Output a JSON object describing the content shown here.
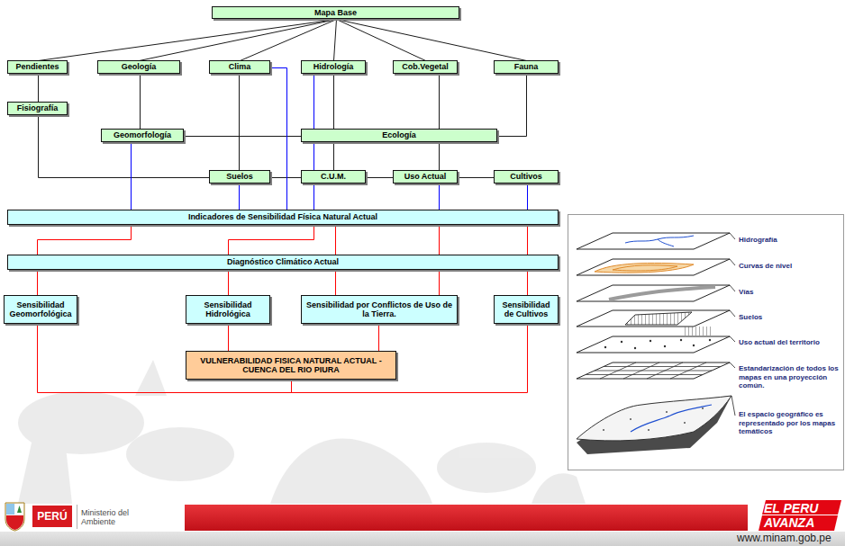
{
  "diagram": {
    "nodes": [
      {
        "text": [
          "Mapa Base"
        ]
      },
      {
        "text": [
          "Pendientes"
        ]
      },
      {
        "text": [
          "Geología"
        ]
      },
      {
        "text": [
          "Clima"
        ]
      },
      {
        "text": [
          "Hidrología"
        ]
      },
      {
        "text": [
          "Cob.Vegetal"
        ]
      },
      {
        "text": [
          "Fauna"
        ]
      },
      {
        "text": [
          "Fisiografía"
        ]
      },
      {
        "text": [
          "Geomorfología"
        ]
      },
      {
        "text": [
          "Ecología"
        ]
      },
      {
        "text": [
          "Suelos"
        ]
      },
      {
        "text": [
          "C.U.M."
        ]
      },
      {
        "text": [
          "Uso Actual"
        ]
      },
      {
        "text": [
          "Cultivos"
        ]
      },
      {
        "text": [
          "Indicadores de Sensibilidad Física Natural Actual"
        ]
      },
      {
        "text": [
          "Diagnóstico Climático Actual"
        ]
      },
      {
        "text": [
          "Sensibilidad Geomorfológica"
        ]
      },
      {
        "text": [
          "Sensibilidad Hidrológica"
        ]
      },
      {
        "text": [
          "Sensibilidad por Conflictos de Uso de la Tierra."
        ]
      },
      {
        "text": [
          "Sensibilidad de Cultivos"
        ]
      },
      {
        "text": [
          "VULNERABILIDAD FISICA NATURAL ACTUAL - CUENCA DEL RIO PIURA"
        ]
      }
    ],
    "edges": [
      {
        "from": 0,
        "to": 1,
        "arrow": "none"
      },
      {
        "from": 0,
        "to": 2,
        "arrow": "none"
      },
      {
        "from": 0,
        "to": 3,
        "arrow": "none"
      },
      {
        "from": 0,
        "to": 4,
        "arrow": "none"
      },
      {
        "from": 0,
        "to": 5,
        "arrow": "none"
      },
      {
        "from": 0,
        "to": 6,
        "arrow": "none"
      },
      {
        "from": 1,
        "to": 7,
        "arrow": "none"
      },
      {
        "from": 7,
        "to": 10,
        "arrow": "none"
      },
      {
        "from": 2,
        "to": 8,
        "arrow": "none"
      },
      {
        "from": 8,
        "to": 9,
        "arrow": "none"
      },
      {
        "from": 3,
        "to": 10,
        "arrow": "none"
      },
      {
        "from": 4,
        "to": 9,
        "arrow": "none"
      },
      {
        "from": 5,
        "to": 9,
        "arrow": "none"
      },
      {
        "from": 6,
        "to": 9,
        "arrow": "none"
      },
      {
        "from": 9,
        "to": 11,
        "arrow": "none"
      },
      {
        "from": 9,
        "to": 12,
        "arrow": "none"
      },
      {
        "from": 10,
        "to": 11,
        "arrow": "none"
      },
      {
        "from": 11,
        "to": 12,
        "arrow": "none"
      },
      {
        "from": 12,
        "to": 13,
        "arrow": "none"
      },
      {
        "from": 3,
        "to": 14,
        "arrow": "none"
      },
      {
        "from": 4,
        "to": 11,
        "arrow": "none"
      },
      {
        "from": 8,
        "to": 14,
        "arrow": "none"
      },
      {
        "from": 10,
        "to": 14,
        "arrow": "none"
      },
      {
        "from": 11,
        "to": 14,
        "arrow": "none"
      },
      {
        "from": 12,
        "to": 14,
        "arrow": "none"
      },
      {
        "from": 13,
        "to": 14,
        "arrow": "none"
      },
      {
        "from": 14,
        "to": 15,
        "arrow": "none"
      },
      {
        "from": 14,
        "to": 15,
        "arrow": "none"
      },
      {
        "from": 14,
        "to": 15,
        "arrow": "none"
      },
      {
        "from": 14,
        "to": 15,
        "arrow": "none"
      },
      {
        "from": 14,
        "to": 15,
        "arrow": "none"
      },
      {
        "from": 15,
        "to": 16,
        "arrow": "none"
      },
      {
        "from": 15,
        "to": 17,
        "arrow": "none"
      },
      {
        "from": 15,
        "to": 18,
        "arrow": "none"
      },
      {
        "from": 15,
        "to": 18,
        "arrow": "none"
      },
      {
        "from": 15,
        "to": 19,
        "arrow": "none"
      },
      {
        "from": 16,
        "to": 20,
        "arrow": "none"
      },
      {
        "from": 17,
        "to": 20,
        "arrow": "none"
      },
      {
        "from": 18,
        "to": 20,
        "arrow": "none"
      },
      {
        "from": 19,
        "to": 20,
        "arrow": "none"
      }
    ],
    "labels": [
      "Hidrografía",
      "Curvas de nivel",
      "Vías",
      "Suelos",
      "Uso actual del territorio",
      "Estandarización de todos los mapas en una proyección común.",
      "El espacio geográfico es representado por los mapas temáticos",
      "PERÚ",
      "Ministerio del Ambiente",
      "EL PERU AVANZA",
      "www.minam.gob.pe"
    ]
  }
}
